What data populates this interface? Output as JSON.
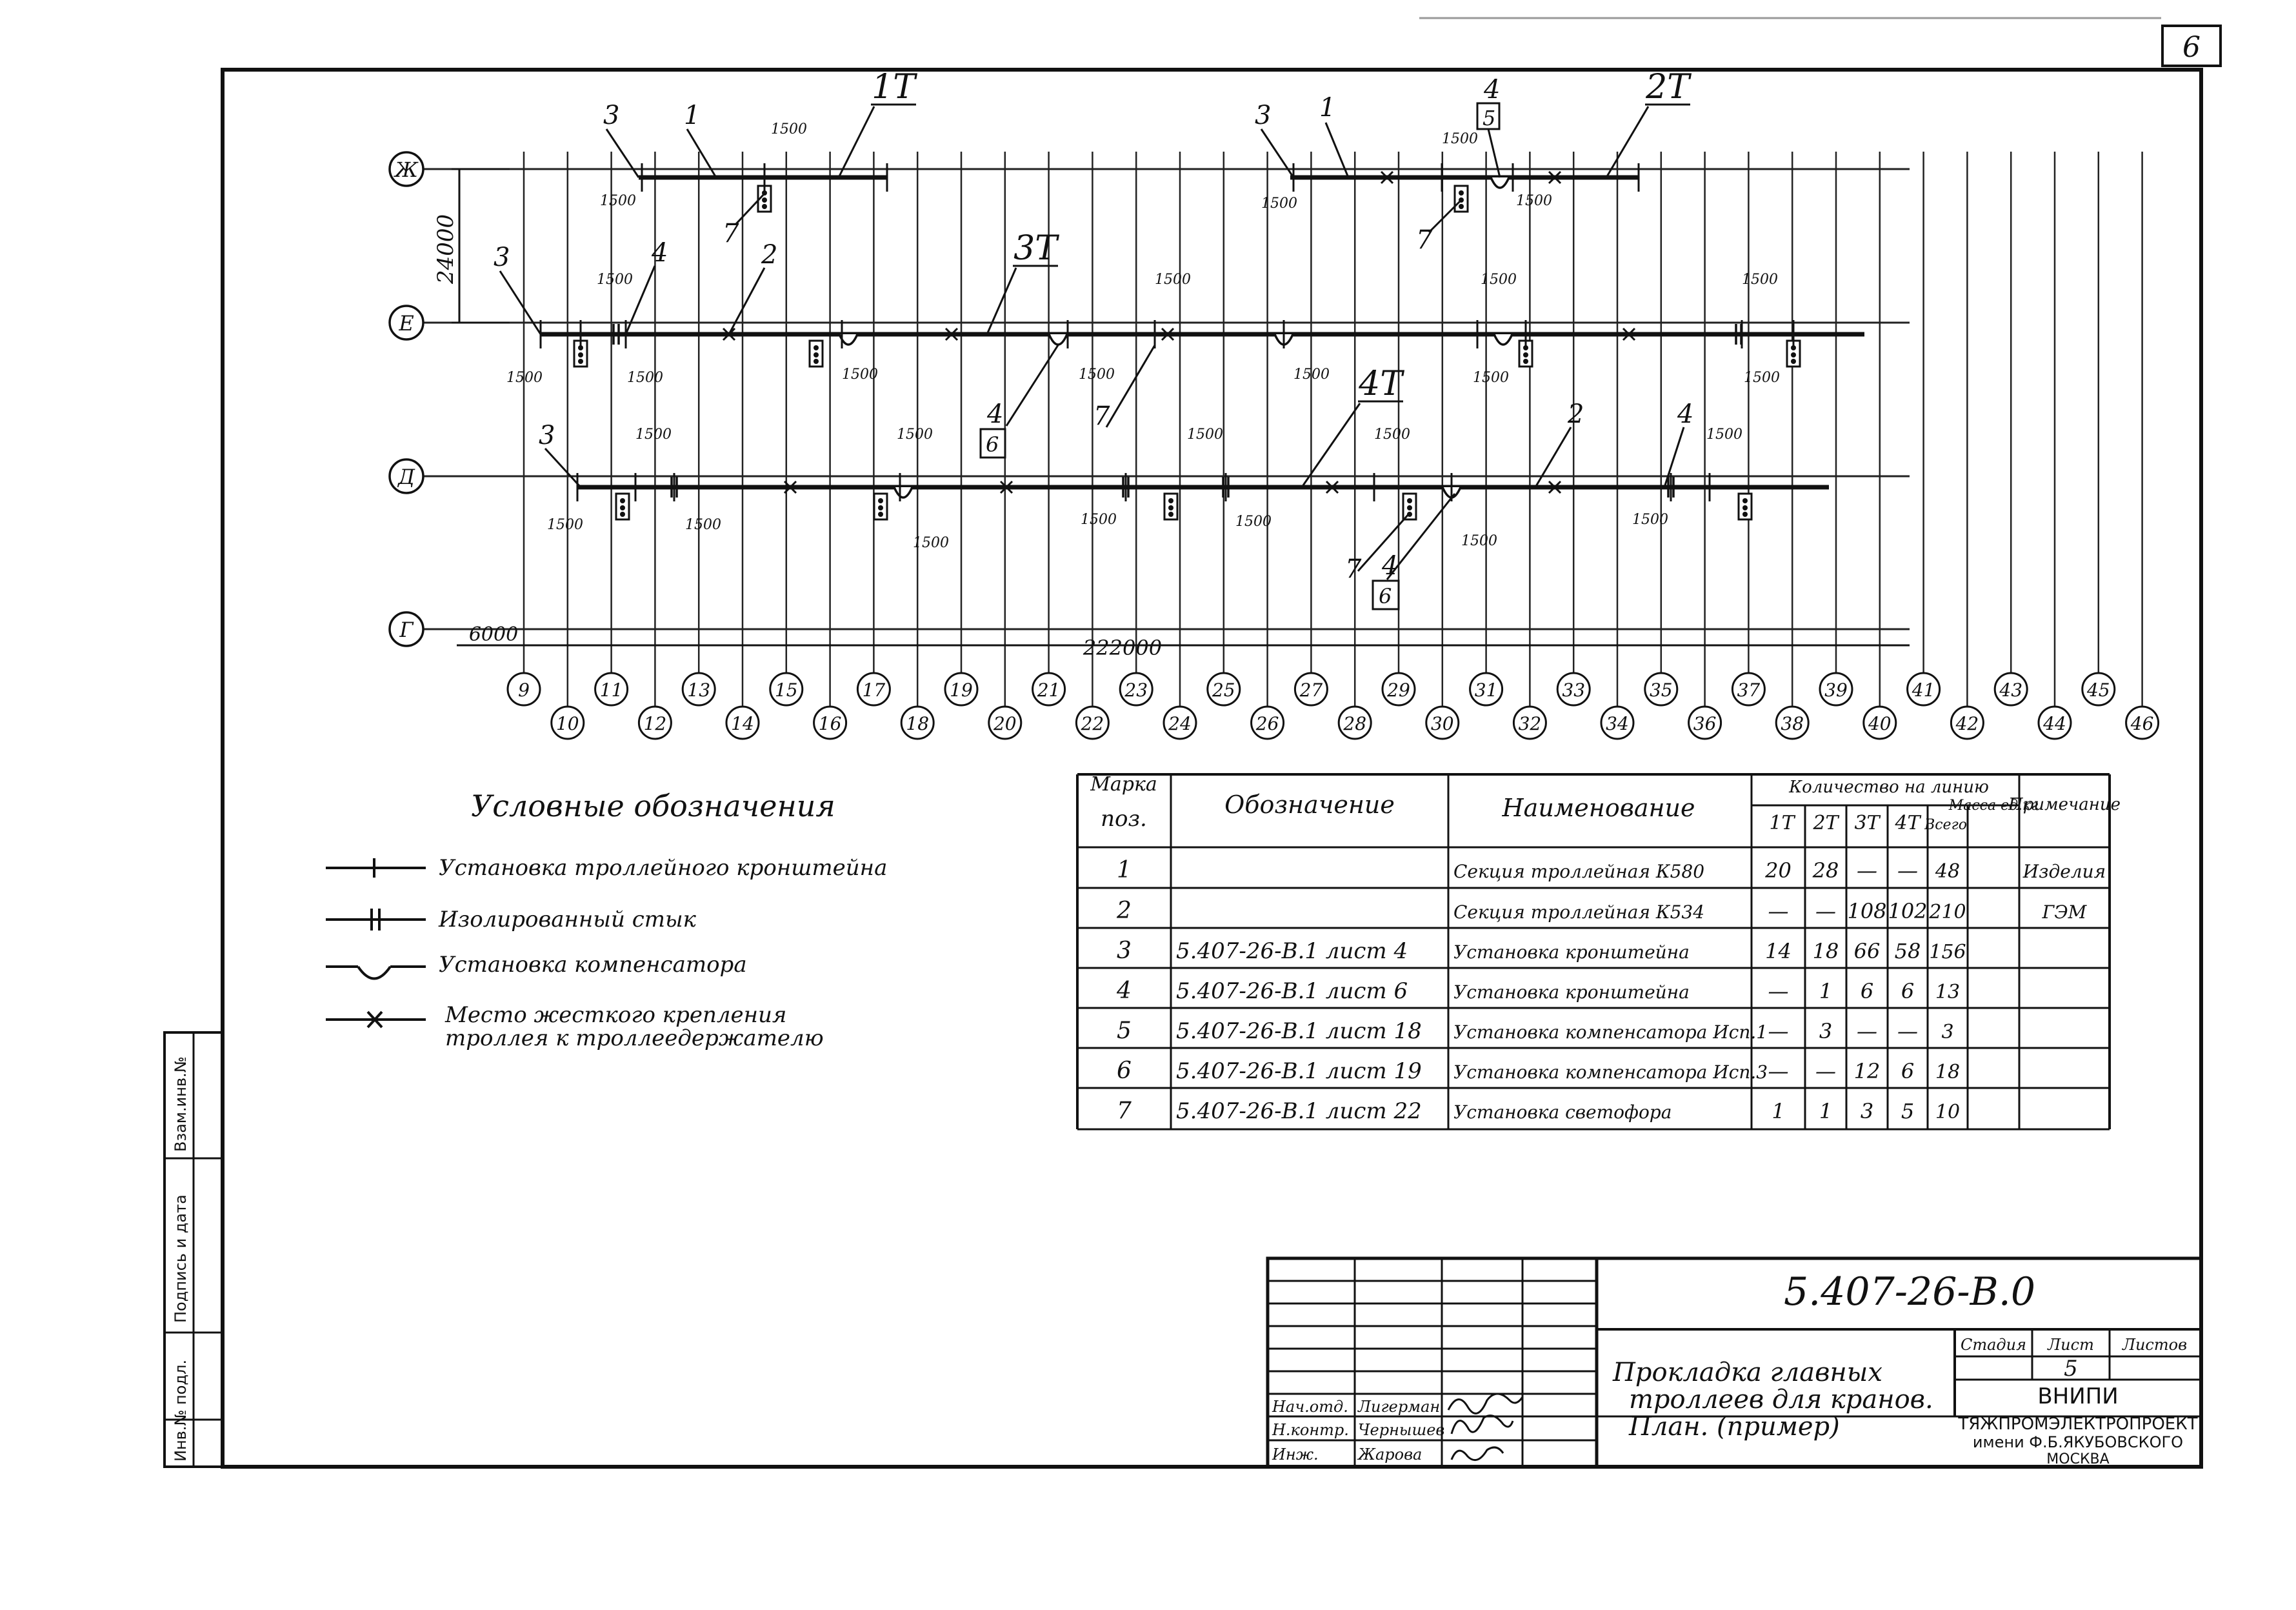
{
  "sheet_corner_number": "6",
  "plan": {
    "row_axes": [
      "Ж",
      "Е",
      "Д",
      "Г"
    ],
    "column_axes_top": [
      "9",
      "11",
      "13",
      "15",
      "17",
      "19",
      "21",
      "23",
      "25",
      "27",
      "29",
      "31",
      "33",
      "35",
      "37",
      "39",
      "41",
      "43",
      "45"
    ],
    "column_axes_bottom": [
      "10",
      "12",
      "14",
      "16",
      "18",
      "20",
      "22",
      "24",
      "26",
      "28",
      "30",
      "32",
      "34",
      "36",
      "38",
      "40",
      "42",
      "44",
      "46"
    ],
    "dim_vertical": "24000",
    "dim_bay": "6000",
    "dim_total": "222000",
    "dim_1500": "1500",
    "line_labels": [
      "1T",
      "2T",
      "3T",
      "4T"
    ],
    "marks": [
      "1",
      "2",
      "3",
      "4",
      "5",
      "6",
      "7"
    ]
  },
  "legend": {
    "title": "Условные обозначения",
    "items": [
      "Установка троллейного кронштейна",
      "Изолированный стык",
      "Установка компенсатора",
      "Место жесткого крепления",
      "троллея к троллеедержателю"
    ]
  },
  "spec_table": {
    "headers": {
      "mark": "Марка",
      "pos": "поз.",
      "designation": "Обозначение",
      "name": "Наименование",
      "qty_group": "Количество на линию",
      "qty_cols": [
        "1T",
        "2T",
        "3T",
        "4T",
        "Всего"
      ],
      "mass": "Масса ед.кг",
      "note": "Примечание"
    },
    "rows": [
      {
        "pos": "1",
        "designation": "",
        "name": "Секция троллейная К580",
        "q1": "20",
        "q2": "28",
        "q3": "—",
        "q4": "—",
        "total": "48",
        "mass": "",
        "note": "Изделия"
      },
      {
        "pos": "2",
        "designation": "",
        "name": "Секция троллейная К534",
        "q1": "—",
        "q2": "—",
        "q3": "108",
        "q4": "102",
        "total": "210",
        "mass": "",
        "note": "ГЭМ"
      },
      {
        "pos": "3",
        "designation": "5.407-26-В.1 лист 4",
        "name": "Установка кронштейна",
        "q1": "14",
        "q2": "18",
        "q3": "66",
        "q4": "58",
        "total": "156",
        "mass": "",
        "note": ""
      },
      {
        "pos": "4",
        "designation": "5.407-26-В.1 лист 6",
        "name": "Установка кронштейна",
        "q1": "—",
        "q2": "1",
        "q3": "6",
        "q4": "6",
        "total": "13",
        "mass": "",
        "note": ""
      },
      {
        "pos": "5",
        "designation": "5.407-26-В.1 лист 18",
        "name": "Установка компенсатора Исп.1",
        "q1": "—",
        "q2": "3",
        "q3": "—",
        "q4": "—",
        "total": "3",
        "mass": "",
        "note": ""
      },
      {
        "pos": "6",
        "designation": "5.407-26-В.1 лист 19",
        "name": "Установка компенсатора Исп.3",
        "q1": "—",
        "q2": "—",
        "q3": "12",
        "q4": "6",
        "total": "18",
        "mass": "",
        "note": ""
      },
      {
        "pos": "7",
        "designation": "5.407-26-В.1 лист 22",
        "name": "Установка светофора",
        "q1": "1",
        "q2": "1",
        "q3": "3",
        "q4": "5",
        "total": "10",
        "mass": "",
        "note": ""
      }
    ]
  },
  "title_block": {
    "doc_code": "5.407-26-В.0",
    "title_lines": [
      "Прокладка главных",
      "троллеев для кранов.",
      "План. (пример)"
    ],
    "stage_label": "Стадия",
    "sheet_label": "Лист",
    "sheets_label": "Листов",
    "sheet_value": "5",
    "org_lines": [
      "ВНИПИ",
      "ТЯЖПРОМЭЛЕКТРОПРОЕКТ",
      "имени Ф.Б.ЯКУБОВСКОГО",
      "МОСКВА"
    ],
    "signers": [
      {
        "role": "Нач.отд.",
        "name": "Лигерман"
      },
      {
        "role": "Н.контр.",
        "name": "Чернышев"
      },
      {
        "role": "Инж.",
        "name": "Жарова"
      }
    ]
  },
  "side_stamp": [
    "Инв.№ подл.",
    "Подпись и дата",
    "Взам.инв.№"
  ]
}
